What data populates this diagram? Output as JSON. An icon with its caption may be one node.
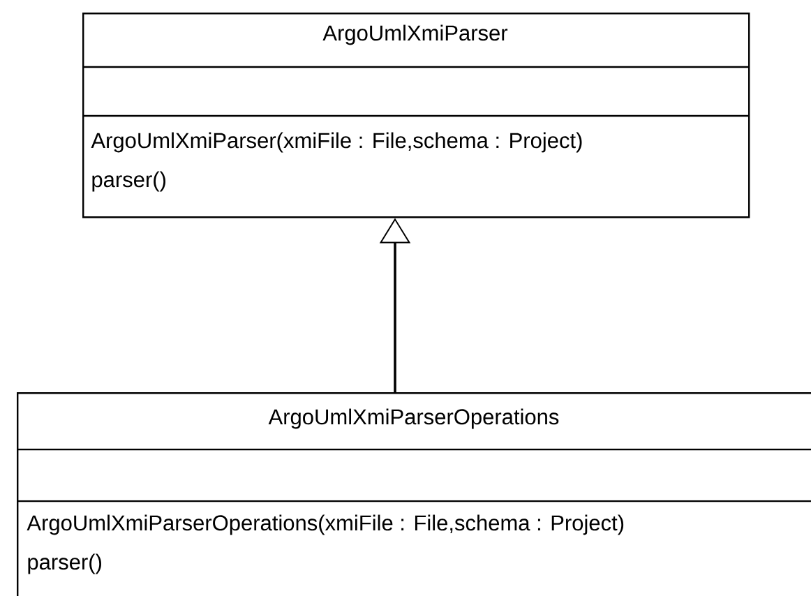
{
  "diagram": {
    "nodes": [
      {
        "text": [
          "ArgoUmlXmiParser",
          "ArgoUmlXmiParser(xmiFile : File,schema : Project)",
          "parser()"
        ]
      },
      {
        "text": [
          "ArgoUmlXmiParserOperations",
          "ArgoUmlXmiParserOperations(xmiFile : File,schema : Project)",
          "parser()"
        ]
      }
    ],
    "edges": [
      {
        "from": 1,
        "to": 0,
        "arrow": "to"
      }
    ]
  }
}
